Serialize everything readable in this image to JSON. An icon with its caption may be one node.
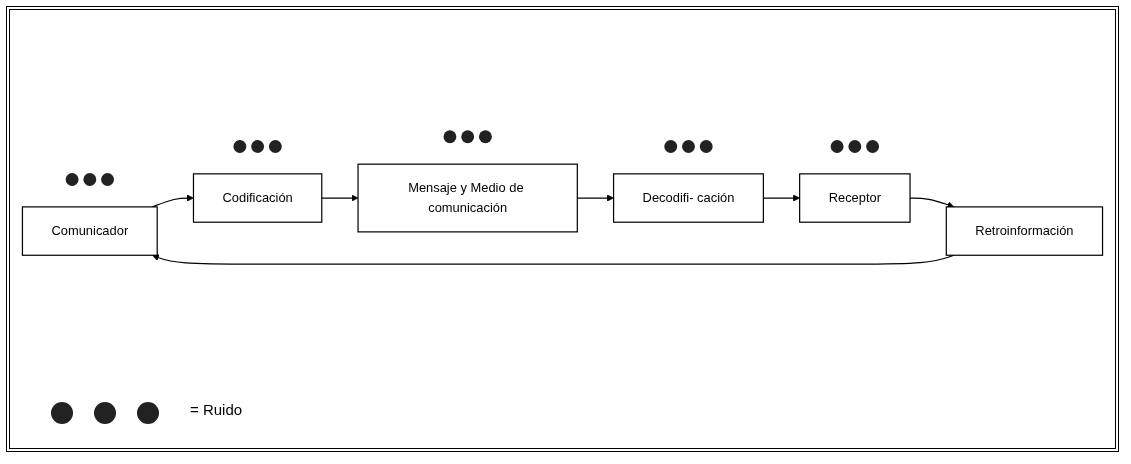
{
  "diagram": {
    "nodes": [
      {
        "text": [
          "Comunicador"
        ]
      },
      {
        "text": [
          "Codificación"
        ]
      },
      {
        "text": [
          "Mensaje y Medio de comunicación"
        ]
      },
      {
        "text": [
          "Decodifi- cación"
        ]
      },
      {
        "text": [
          "Receptor"
        ]
      },
      {
        "text": [
          "Retroinformación"
        ]
      }
    ],
    "edges": [
      {
        "from": 0,
        "to": 1,
        "arrow": "to"
      },
      {
        "from": 1,
        "to": 2,
        "arrow": "to"
      },
      {
        "from": 2,
        "to": 3,
        "arrow": "to"
      },
      {
        "from": 3,
        "to": 4,
        "arrow": "to"
      },
      {
        "from": 4,
        "to": 5,
        "arrow": "to"
      },
      {
        "from": 5,
        "to": 0,
        "arrow": "to"
      }
    ],
    "legend": [
      {
        "text": "= Ruido"
      }
    ]
  }
}
